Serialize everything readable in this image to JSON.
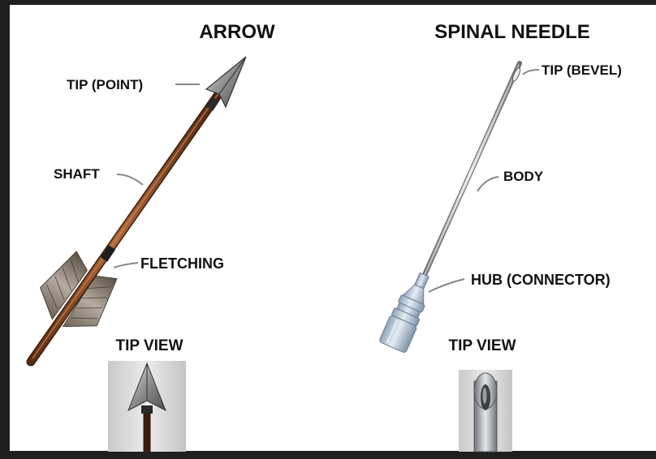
{
  "arrow": {
    "title": "ARROW",
    "labels": {
      "tip": "TIP (POINT)",
      "shaft": "SHAFT",
      "fletching": "FLETCHING"
    },
    "tip_view": "TIP VIEW"
  },
  "needle": {
    "title": "SPINAL NEEDLE",
    "labels": {
      "tip": "TIP (BEVEL)",
      "body": "BODY",
      "hub": "HUB (CONNECTOR)"
    },
    "tip_view": "TIP VIEW"
  }
}
